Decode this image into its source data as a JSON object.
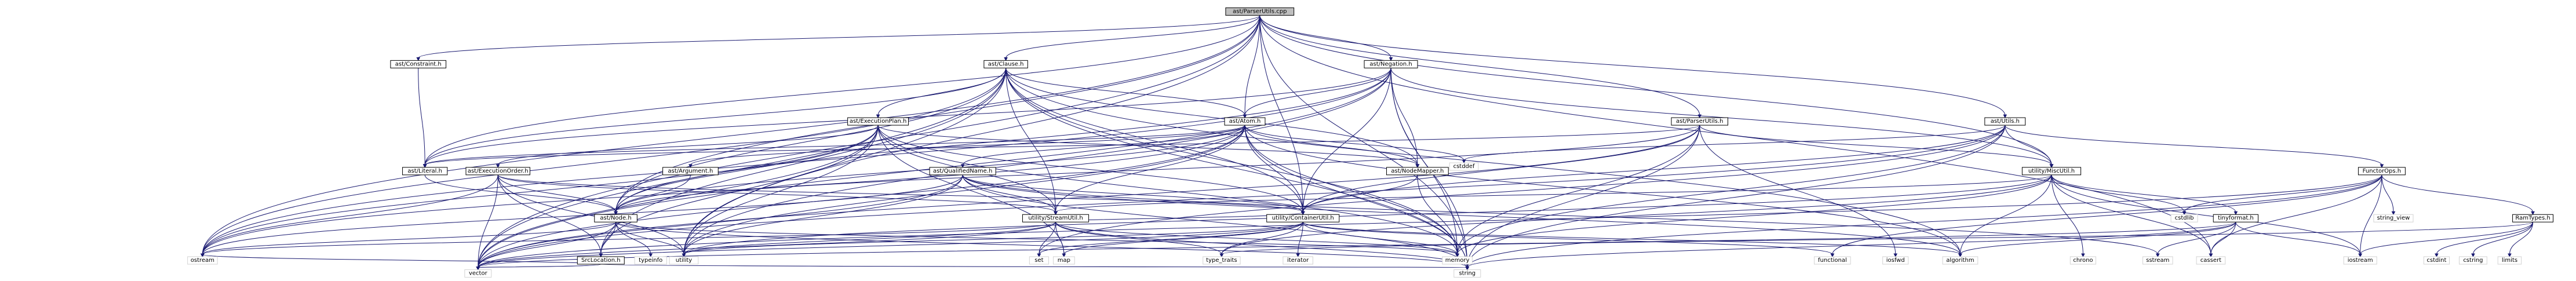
{
  "graph": {
    "root": "ast/ParserUtils.cpp",
    "nodes": [
      {
        "id": "root",
        "label": "ast/ParserUtils.cpp"
      },
      {
        "id": "constraint",
        "label": "ast/Constraint.h"
      },
      {
        "id": "clause",
        "label": "ast/Clause.h"
      },
      {
        "id": "negation",
        "label": "ast/Negation.h"
      },
      {
        "id": "execplan",
        "label": "ast/ExecutionPlan.h"
      },
      {
        "id": "atom",
        "label": "ast/Atom.h"
      },
      {
        "id": "parserutils_h",
        "label": "ast/ParserUtils.h"
      },
      {
        "id": "utils_h",
        "label": "ast/Utils.h"
      },
      {
        "id": "literal",
        "label": "ast/Literal.h"
      },
      {
        "id": "execorder",
        "label": "ast/ExecutionOrder.h"
      },
      {
        "id": "argument",
        "label": "ast/Argument.h"
      },
      {
        "id": "qualname",
        "label": "ast/QualifiedName.h"
      },
      {
        "id": "nodemapper",
        "label": "ast/NodeMapper.h"
      },
      {
        "id": "miscutil",
        "label": "utility/MiscUtil.h"
      },
      {
        "id": "functorops",
        "label": "FunctorOps.h"
      },
      {
        "id": "node",
        "label": "ast/Node.h"
      },
      {
        "id": "streamutil",
        "label": "utility/StreamUtil.h"
      },
      {
        "id": "containerutil",
        "label": "utility/ContainerUtil.h"
      },
      {
        "id": "tinyformat",
        "label": "tinyformat.h"
      },
      {
        "id": "ramtypes",
        "label": "RamTypes.h"
      },
      {
        "id": "srcloc",
        "label": "SrcLocation.h"
      },
      {
        "id": "typeinfo",
        "label": "typeinfo"
      },
      {
        "id": "utility",
        "label": "utility"
      },
      {
        "id": "map",
        "label": "map"
      },
      {
        "id": "set",
        "label": "set"
      },
      {
        "id": "iterator",
        "label": "iterator"
      },
      {
        "id": "type_traits",
        "label": "type_traits"
      },
      {
        "id": "memory",
        "label": "memory"
      },
      {
        "id": "functional",
        "label": "functional"
      },
      {
        "id": "algorithm",
        "label": "algorithm"
      },
      {
        "id": "cstddef",
        "label": "cstddef"
      },
      {
        "id": "sstream",
        "label": "sstream"
      },
      {
        "id": "cassert",
        "label": "cassert"
      },
      {
        "id": "iosfwd",
        "label": "iosfwd"
      },
      {
        "id": "chrono",
        "label": "chrono"
      },
      {
        "id": "iostream",
        "label": "iostream"
      },
      {
        "id": "cstdlib",
        "label": "cstdlib"
      },
      {
        "id": "string_view",
        "label": "string_view"
      },
      {
        "id": "cstdint",
        "label": "cstdint"
      },
      {
        "id": "cstring",
        "label": "cstring"
      },
      {
        "id": "limits",
        "label": "limits"
      },
      {
        "id": "ostream",
        "label": "ostream"
      },
      {
        "id": "vector",
        "label": "vector"
      },
      {
        "id": "string",
        "label": "string"
      }
    ],
    "edges": [
      [
        "root",
        "constraint"
      ],
      [
        "root",
        "clause"
      ],
      [
        "root",
        "negation"
      ],
      [
        "root",
        "parserutils_h"
      ],
      [
        "root",
        "utils_h"
      ],
      [
        "root",
        "miscutil"
      ],
      [
        "root",
        "containerutil"
      ],
      [
        "root",
        "ostream"
      ],
      [
        "root",
        "vector"
      ],
      [
        "root",
        "string"
      ],
      [
        "root",
        "utility"
      ],
      [
        "root",
        "literal"
      ],
      [
        "root",
        "node"
      ],
      [
        "root",
        "atom"
      ],
      [
        "root",
        "cassert"
      ],
      [
        "constraint",
        "literal"
      ],
      [
        "clause",
        "execplan"
      ],
      [
        "clause",
        "atom"
      ],
      [
        "clause",
        "literal"
      ],
      [
        "clause",
        "node"
      ],
      [
        "clause",
        "nodemapper"
      ],
      [
        "clause",
        "streamutil"
      ],
      [
        "clause",
        "containerutil"
      ],
      [
        "clause",
        "srcloc"
      ],
      [
        "clause",
        "algorithm"
      ],
      [
        "clause",
        "memory"
      ],
      [
        "clause",
        "ostream"
      ],
      [
        "clause",
        "string"
      ],
      [
        "clause",
        "utility"
      ],
      [
        "clause",
        "vector"
      ],
      [
        "negation",
        "atom"
      ],
      [
        "negation",
        "literal"
      ],
      [
        "negation",
        "node"
      ],
      [
        "negation",
        "nodemapper"
      ],
      [
        "negation",
        "containerutil"
      ],
      [
        "negation",
        "miscutil"
      ],
      [
        "negation",
        "memory"
      ],
      [
        "negation",
        "ostream"
      ],
      [
        "negation",
        "string"
      ],
      [
        "negation",
        "utility"
      ],
      [
        "negation",
        "vector"
      ],
      [
        "execplan",
        "execorder"
      ],
      [
        "execplan",
        "node"
      ],
      [
        "execplan",
        "nodemapper"
      ],
      [
        "execplan",
        "streamutil"
      ],
      [
        "execplan",
        "containerutil"
      ],
      [
        "execplan",
        "map"
      ],
      [
        "execplan",
        "memory"
      ],
      [
        "execplan",
        "ostream"
      ],
      [
        "execplan",
        "utility"
      ],
      [
        "execplan",
        "vector"
      ],
      [
        "execplan",
        "srcloc"
      ],
      [
        "atom",
        "argument"
      ],
      [
        "atom",
        "literal"
      ],
      [
        "atom",
        "node"
      ],
      [
        "atom",
        "nodemapper"
      ],
      [
        "atom",
        "qualname"
      ],
      [
        "atom",
        "streamutil"
      ],
      [
        "atom",
        "containerutil"
      ],
      [
        "atom",
        "cstddef"
      ],
      [
        "atom",
        "algorithm"
      ],
      [
        "atom",
        "memory"
      ],
      [
        "atom",
        "ostream"
      ],
      [
        "atom",
        "string"
      ],
      [
        "atom",
        "utility"
      ],
      [
        "atom",
        "vector"
      ],
      [
        "parserutils_h",
        "literal"
      ],
      [
        "parserutils_h",
        "miscutil"
      ],
      [
        "parserutils_h",
        "containerutil"
      ],
      [
        "parserutils_h",
        "iosfwd"
      ],
      [
        "parserutils_h",
        "memory"
      ],
      [
        "parserutils_h",
        "vector"
      ],
      [
        "parserutils_h",
        "string"
      ],
      [
        "parserutils_h",
        "node"
      ],
      [
        "utils_h",
        "functorops"
      ],
      [
        "utils_h",
        "miscutil"
      ],
      [
        "utils_h",
        "containerutil"
      ],
      [
        "utils_h",
        "cstddef"
      ],
      [
        "utils_h",
        "memory"
      ],
      [
        "utils_h",
        "string"
      ],
      [
        "utils_h",
        "vector"
      ],
      [
        "utils_h",
        "set"
      ],
      [
        "literal",
        "node"
      ],
      [
        "execorder",
        "node"
      ],
      [
        "execorder",
        "streamutil"
      ],
      [
        "execorder",
        "srcloc"
      ],
      [
        "execorder",
        "ostream"
      ],
      [
        "execorder",
        "vector"
      ],
      [
        "execorder",
        "utility"
      ],
      [
        "execorder",
        "containerutil"
      ],
      [
        "argument",
        "node"
      ],
      [
        "qualname",
        "streamutil"
      ],
      [
        "qualname",
        "containerutil"
      ],
      [
        "qualname",
        "algorithm"
      ],
      [
        "qualname",
        "ostream"
      ],
      [
        "qualname",
        "string"
      ],
      [
        "qualname",
        "utility"
      ],
      [
        "qualname",
        "vector"
      ],
      [
        "qualname",
        "sstream"
      ],
      [
        "nodemapper",
        "memory"
      ],
      [
        "nodemapper",
        "containerutil"
      ],
      [
        "miscutil",
        "tinyformat"
      ],
      [
        "miscutil",
        "streamutil"
      ],
      [
        "miscutil",
        "chrono"
      ],
      [
        "miscutil",
        "iostream"
      ],
      [
        "miscutil",
        "cstdlib"
      ],
      [
        "miscutil",
        "memory"
      ],
      [
        "miscutil",
        "type_traits"
      ],
      [
        "miscutil",
        "utility"
      ],
      [
        "miscutil",
        "cassert"
      ],
      [
        "miscutil",
        "algorithm"
      ],
      [
        "functorops",
        "ramtypes"
      ],
      [
        "functorops",
        "cstdlib"
      ],
      [
        "functorops",
        "string_view"
      ],
      [
        "functorops",
        "iostream"
      ],
      [
        "functorops",
        "cassert"
      ],
      [
        "functorops",
        "functional"
      ],
      [
        "functorops",
        "string"
      ],
      [
        "functorops",
        "vector"
      ],
      [
        "node",
        "srcloc"
      ],
      [
        "node",
        "typeinfo"
      ],
      [
        "node",
        "utility"
      ],
      [
        "node",
        "vector"
      ],
      [
        "node",
        "string"
      ],
      [
        "node",
        "memory"
      ],
      [
        "node",
        "ostream"
      ],
      [
        "streamutil",
        "containerutil"
      ],
      [
        "streamutil",
        "map"
      ],
      [
        "streamutil",
        "set"
      ],
      [
        "streamutil",
        "memory"
      ],
      [
        "streamutil",
        "ostream"
      ],
      [
        "streamutil",
        "string"
      ],
      [
        "streamutil",
        "utility"
      ],
      [
        "streamutil",
        "vector"
      ],
      [
        "streamutil",
        "type_traits"
      ],
      [
        "containerutil",
        "iterator"
      ],
      [
        "containerutil",
        "type_traits"
      ],
      [
        "containerutil",
        "memory"
      ],
      [
        "containerutil",
        "functional"
      ],
      [
        "containerutil",
        "algorithm"
      ],
      [
        "containerutil",
        "utility"
      ],
      [
        "containerutil",
        "vector"
      ],
      [
        "containerutil",
        "map"
      ],
      [
        "containerutil",
        "set"
      ],
      [
        "tinyformat",
        "algorithm"
      ],
      [
        "tinyformat",
        "cassert"
      ],
      [
        "tinyformat",
        "iostream"
      ],
      [
        "tinyformat",
        "sstream"
      ],
      [
        "tinyformat",
        "string"
      ],
      [
        "tinyformat",
        "vector"
      ],
      [
        "ramtypes",
        "cstdint"
      ],
      [
        "ramtypes",
        "cstring"
      ],
      [
        "ramtypes",
        "limits"
      ],
      [
        "ramtypes",
        "iostream"
      ],
      [
        "ramtypes",
        "type_traits"
      ],
      [
        "srcloc",
        "ostream"
      ],
      [
        "srcloc",
        "string"
      ],
      [
        "srcloc",
        "vector"
      ]
    ]
  }
}
